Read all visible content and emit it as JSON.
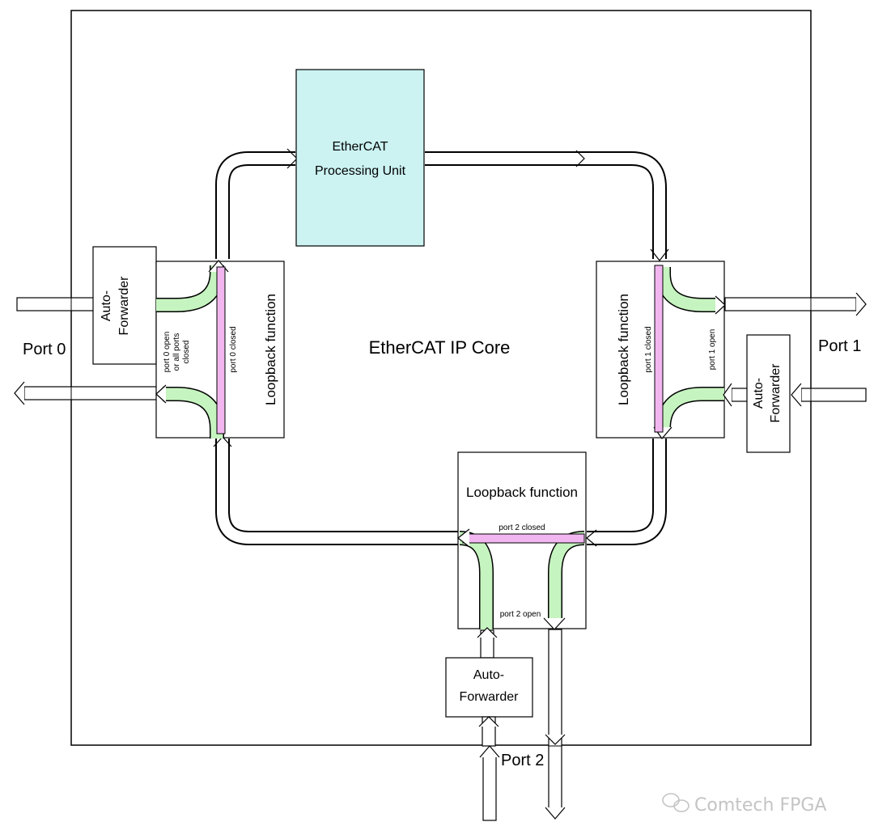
{
  "core_label": "EtherCAT IP Core",
  "processing_unit": {
    "line1": "EtherCAT",
    "line2": "Processing Unit"
  },
  "ports": {
    "p0": "Port 0",
    "p1": "Port 1",
    "p2": "Port 2"
  },
  "auto_forwarder": {
    "line1": "Auto-",
    "line2": "Forwarder"
  },
  "loopback_label": "Loopback function",
  "port0": {
    "open_line1": "port 0 open",
    "open_line2": "or all ports",
    "open_line3": "closed",
    "closed": "port 0 closed"
  },
  "port1": {
    "open": "port 1  open",
    "closed": "port 1  closed"
  },
  "port2": {
    "open": "port 2 open",
    "closed": "port 2 closed"
  },
  "watermark": "Comtech FPGA",
  "colors": {
    "processing_fill": "#ccf2f2",
    "open_path": "#c6f4c0",
    "closed_path": "#f1b6f0",
    "outline": "#000000"
  }
}
